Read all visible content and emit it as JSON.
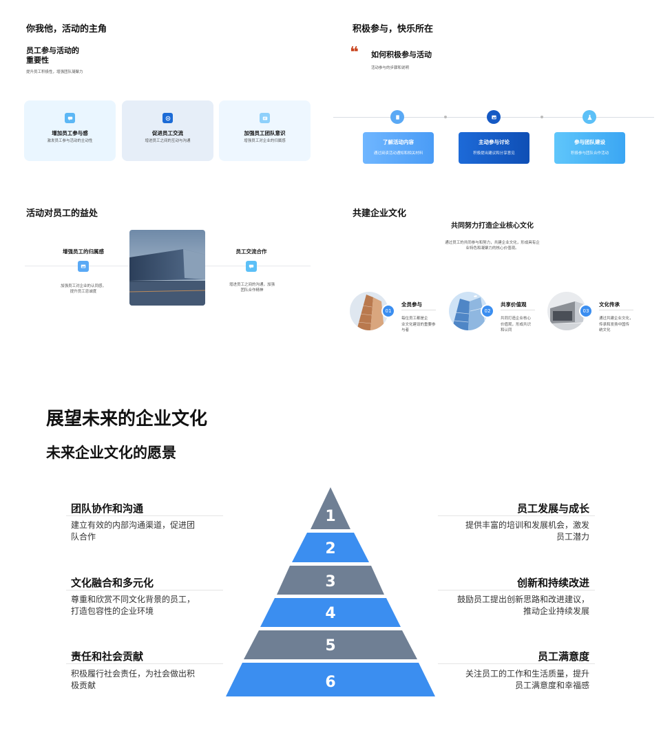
{
  "slide1": {
    "title": "你我他，活动的主角",
    "subtitle_line1": "员工参与活动的",
    "subtitle_line2": "重要性",
    "desc": "提升员工积极性，增强团队凝聚力",
    "cards": [
      {
        "title": "增加员工参与感",
        "desc": "激发员工参与活动的主动性",
        "icon": "chat-icon"
      },
      {
        "title": "促进员工交流",
        "desc": "增进员工之间的互动与沟通",
        "icon": "target-icon"
      },
      {
        "title": "加强员工团队意识",
        "desc": "增强员工对企业的归属感",
        "icon": "message-icon"
      }
    ]
  },
  "slide2": {
    "title": "积极参与，快乐所在",
    "quote_mark": "❝",
    "heading": "如何积极参与活动",
    "desc": "活动参与的步骤和说明",
    "steps": [
      {
        "title": "了解活动内容",
        "desc": "通过阅读活动通知和相关材料",
        "icon": "document-icon"
      },
      {
        "title": "主动参与讨论",
        "desc": "积极提出建议和分享意见",
        "icon": "image-icon"
      },
      {
        "title": "参与团队建设",
        "desc": "积极参与团队合作活动",
        "icon": "flask-icon"
      }
    ]
  },
  "slide3": {
    "title": "活动对员工的益处",
    "left": {
      "title": "增强员工的归属感",
      "desc_line1": "加强员工对企业的认同感，",
      "desc_line2": "提升员工忠诚度"
    },
    "right": {
      "title": "员工交流合作",
      "desc_line1": "增进员工之间的沟通，加强",
      "desc_line2": "团队合作精神"
    }
  },
  "slide4": {
    "title": "共建企业文化",
    "heading": "共同努力打造企业核心文化",
    "desc_line1": "通过员工的共同参与和努力，共建企业文化，形成具有企",
    "desc_line2": "业特色和凝聚力的核心价值观。",
    "items": [
      {
        "num": "01",
        "title": "全员参与",
        "desc": [
          "每位员工都是企",
          "业文化建设的重要参",
          "与者"
        ]
      },
      {
        "num": "02",
        "title": "共享价值观",
        "desc": [
          "共同打造企业核心",
          "价值观，形成共识",
          "和认同"
        ]
      },
      {
        "num": "03",
        "title": "文化传承",
        "desc": [
          "通过共建企业文化，",
          "传承和发扬中国传",
          "统文化"
        ]
      }
    ]
  },
  "slide5": {
    "title": "展望未来的企业文化",
    "subtitle": "未来企业文化的愿景",
    "pyramid": [
      "1",
      "2",
      "3",
      "4",
      "5",
      "6"
    ],
    "left_items": [
      {
        "title": "团队协作和沟通",
        "desc_line1": "建立有效的内部沟通渠道，促进团",
        "desc_line2": "队合作"
      },
      {
        "title": "文化融合和多元化",
        "desc_line1": "尊重和欣赏不同文化背景的员工，",
        "desc_line2": "打造包容性的企业环境"
      },
      {
        "title": "责任和社会贡献",
        "desc_line1": "积极履行社会责任，为社会做出积",
        "desc_line2": "极贡献"
      }
    ],
    "right_items": [
      {
        "title": "员工发展与成长",
        "desc_line1": "提供丰富的培训和发展机会，激发",
        "desc_line2": "员工潜力"
      },
      {
        "title": "创新和持续改进",
        "desc_line1": "鼓励员工提出创新思路和改进建议，",
        "desc_line2": "推动企业持续发展"
      },
      {
        "title": "员工满意度",
        "desc_line1": "关注员工的工作和生活质量，提升",
        "desc_line2": "员工满意度和幸福感"
      }
    ]
  },
  "colors": {
    "blue": "#3b8ef0",
    "light_blue": "#6bb4ff",
    "dark_blue": "#1559c4",
    "slate": "#6f7f94",
    "quote": "#c8411b"
  }
}
